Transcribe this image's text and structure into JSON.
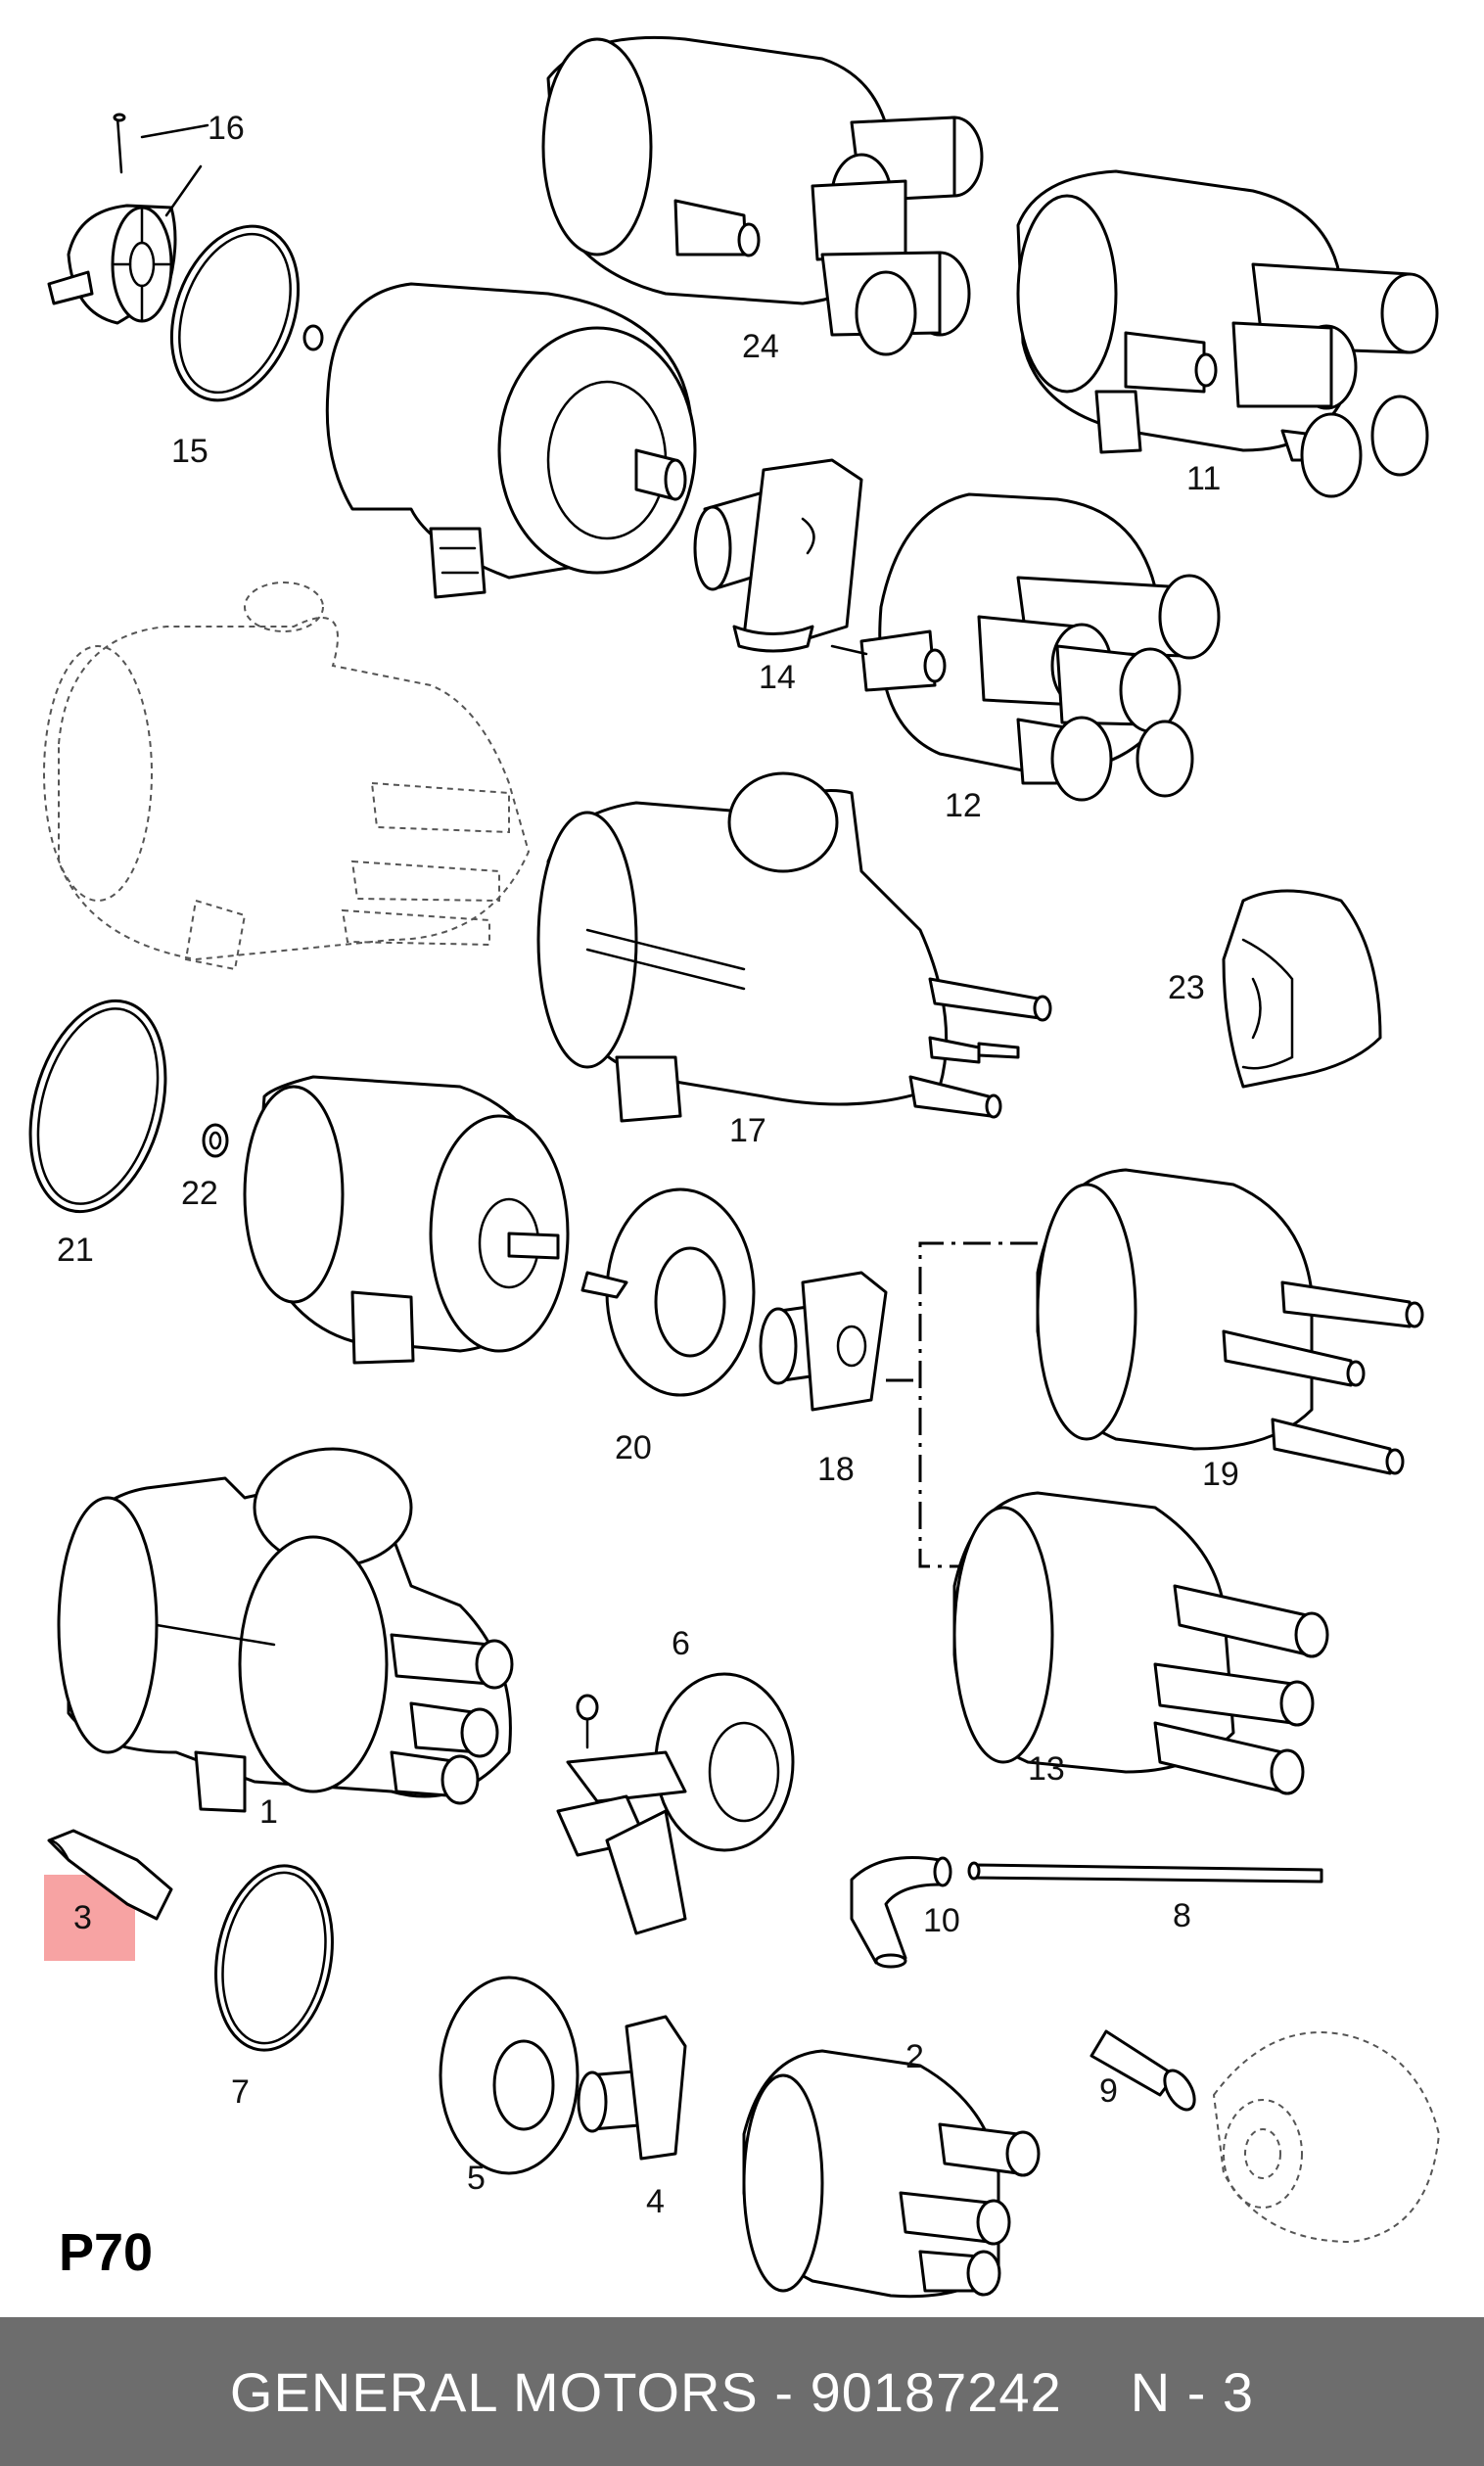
{
  "page": {
    "code": "P70",
    "highlighted_part": "3"
  },
  "callouts": [
    "16",
    "15",
    "24",
    "11",
    "14",
    "12",
    "23",
    "17",
    "21",
    "22",
    "20",
    "18",
    "19",
    "6",
    "1",
    "13",
    "3",
    "10",
    "8",
    "7",
    "2",
    "9",
    "5",
    "4"
  ],
  "footer": {
    "brand": "GENERAL MOTORS",
    "separator": "-",
    "part_number": "90187242",
    "position": "N - 3"
  },
  "colors": {
    "highlight": "#f7a3a3",
    "footer_bg": "#6d6d6d",
    "footer_text": "#ffffff"
  }
}
